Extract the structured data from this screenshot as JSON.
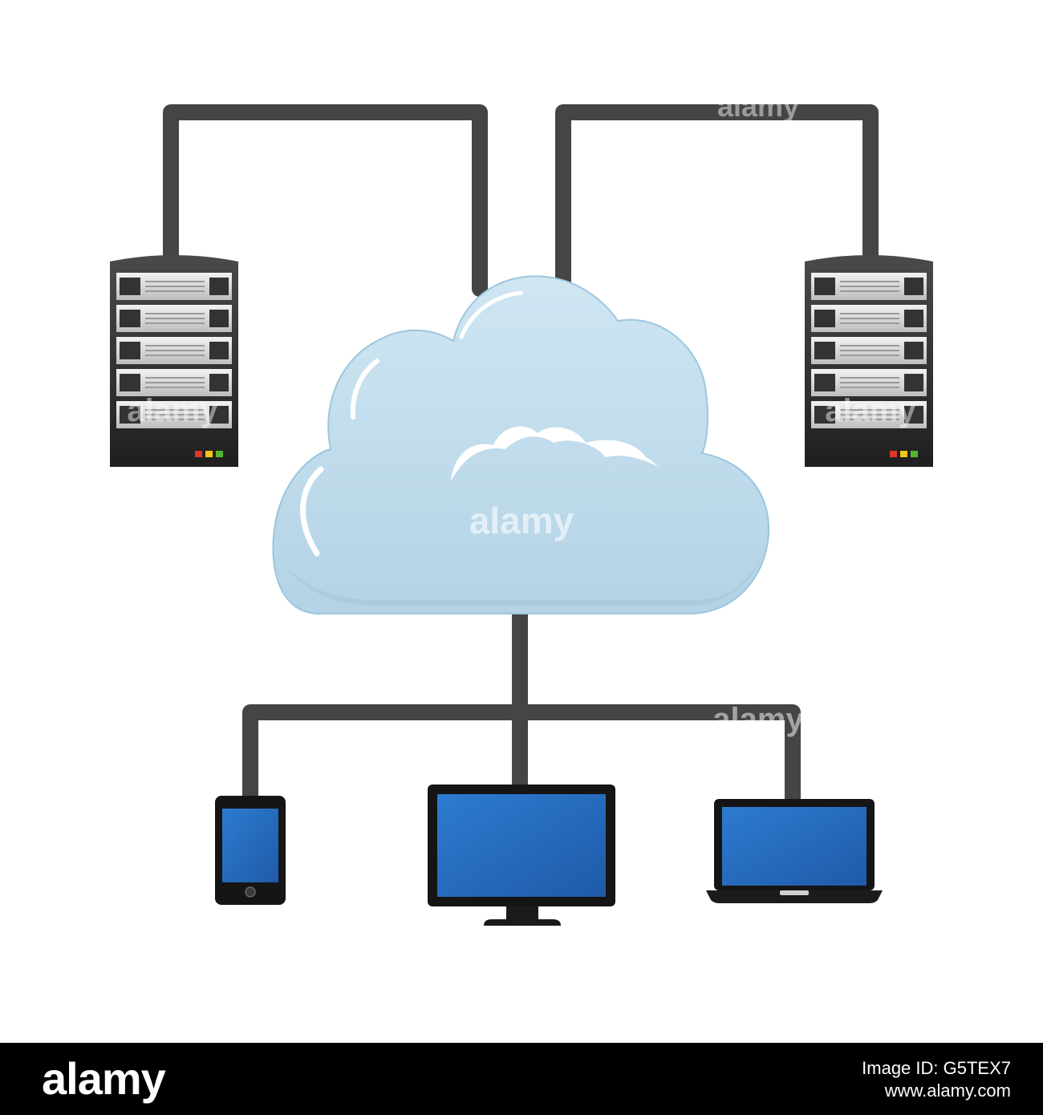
{
  "diagram": {
    "watermark": "alamy",
    "colors": {
      "cable": "#454545",
      "cloud": "#bdd9e8",
      "cloud_outline": "#9cc6de",
      "server_body": "#2e2e2e",
      "screen": "#2a6fbd",
      "led_red": "#e0352b",
      "led_yellow": "#f3c41a",
      "led_green": "#55b82c"
    },
    "nodes": [
      {
        "id": "cloud",
        "icon": "cloud-icon"
      },
      {
        "id": "server-left",
        "icon": "server-rack-icon"
      },
      {
        "id": "server-right",
        "icon": "server-rack-icon"
      },
      {
        "id": "tablet",
        "icon": "tablet-icon"
      },
      {
        "id": "monitor",
        "icon": "desktop-monitor-icon"
      },
      {
        "id": "laptop",
        "icon": "laptop-icon"
      }
    ]
  },
  "footer": {
    "logo": "alamy",
    "image_id": "Image ID: G5TEX7",
    "url": "www.alamy.com"
  }
}
